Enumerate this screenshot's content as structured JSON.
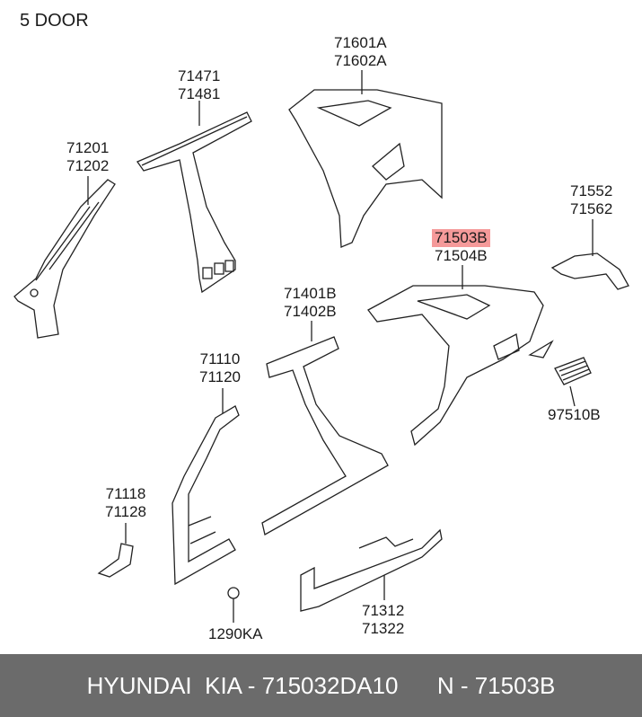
{
  "title": "5 DOOR",
  "labels": {
    "p71601": [
      "71601A",
      "71602A"
    ],
    "p71471": [
      "71471",
      "71481"
    ],
    "p71201": [
      "71201",
      "71202"
    ],
    "p71552": [
      "71552",
      "71562"
    ],
    "p71503": [
      "71503B",
      "71504B"
    ],
    "p71401": [
      "71401B",
      "71402B"
    ],
    "p71110": [
      "71110",
      "71120"
    ],
    "p97510": [
      "97510B"
    ],
    "p71118": [
      "71118",
      "71128"
    ],
    "p71312": [
      "71312",
      "71322"
    ],
    "p1290": [
      "1290KA"
    ]
  },
  "highlight_color": "#f59a9a",
  "footer": {
    "brand": "HYUNDAI  KIA - 715032DA10",
    "code": "N - 71503B"
  }
}
